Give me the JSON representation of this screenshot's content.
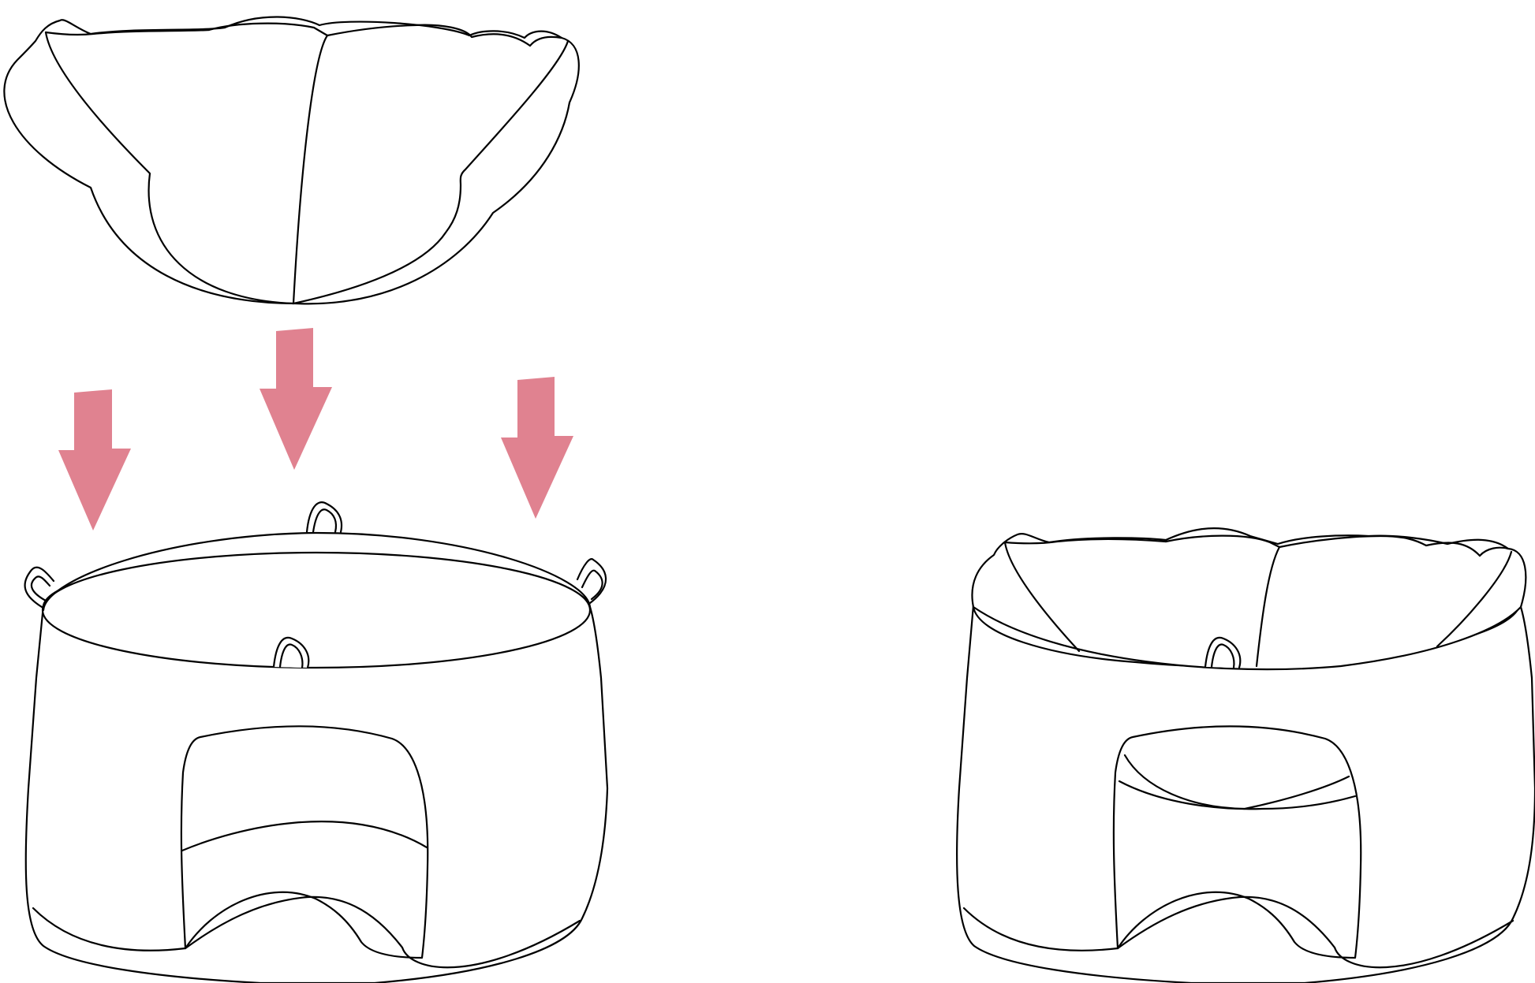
{
  "diagram": {
    "kind": "assembly-illustration",
    "colors": {
      "outline": "#000000",
      "background": "#ffffff",
      "arrow": "#e08290"
    },
    "panels": [
      {
        "id": "before",
        "description_icon": "cushion-above-basket"
      },
      {
        "id": "after",
        "description_icon": "cushion-inside-basket"
      }
    ],
    "arrows": {
      "count": 3,
      "direction": "down",
      "icon": "arrow-down-icon"
    }
  }
}
